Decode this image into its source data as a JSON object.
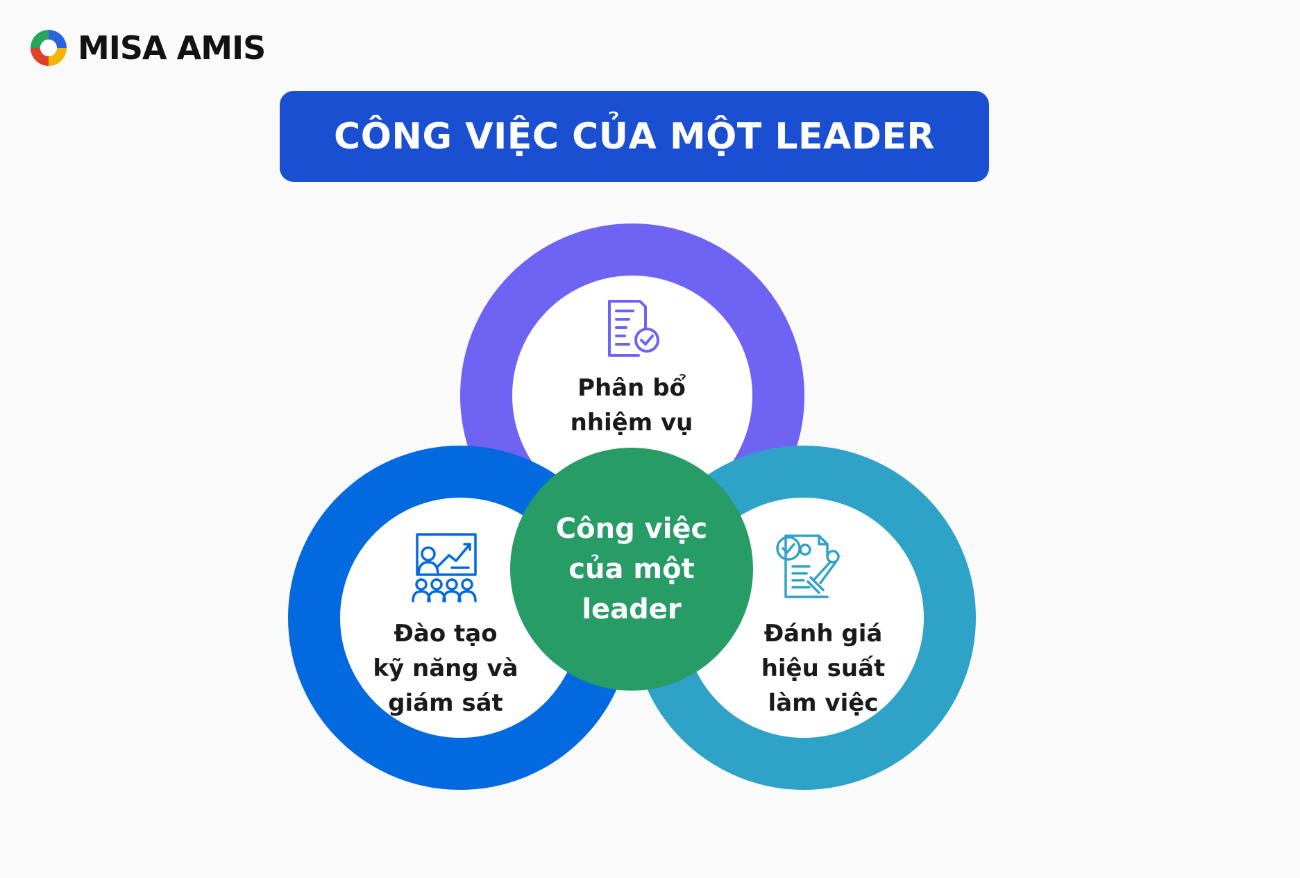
{
  "brand": {
    "name": "MISA AMIS",
    "colors": [
      "#2a63de",
      "#28a75a",
      "#f4b400",
      "#e0412d"
    ]
  },
  "title": "CÔNG VIỆC CỦA MỘT LEADER",
  "center": {
    "lines": [
      "Công việc",
      "của một",
      "leader"
    ],
    "color": "#289c66"
  },
  "nodes": {
    "top": {
      "lines": [
        "Phân bổ",
        "nhiệm vụ"
      ],
      "color": "#6f63f4",
      "icon": "task-document-check-icon"
    },
    "left": {
      "lines": [
        "Đào tạo",
        "kỹ năng và",
        "giám sát"
      ],
      "color": "#0369de",
      "icon": "training-presentation-icon"
    },
    "right": {
      "lines": [
        "Đánh giá",
        "hiệu suất",
        "làm việc"
      ],
      "color": "#2ea2c7",
      "icon": "evaluation-certificate-icon"
    }
  }
}
